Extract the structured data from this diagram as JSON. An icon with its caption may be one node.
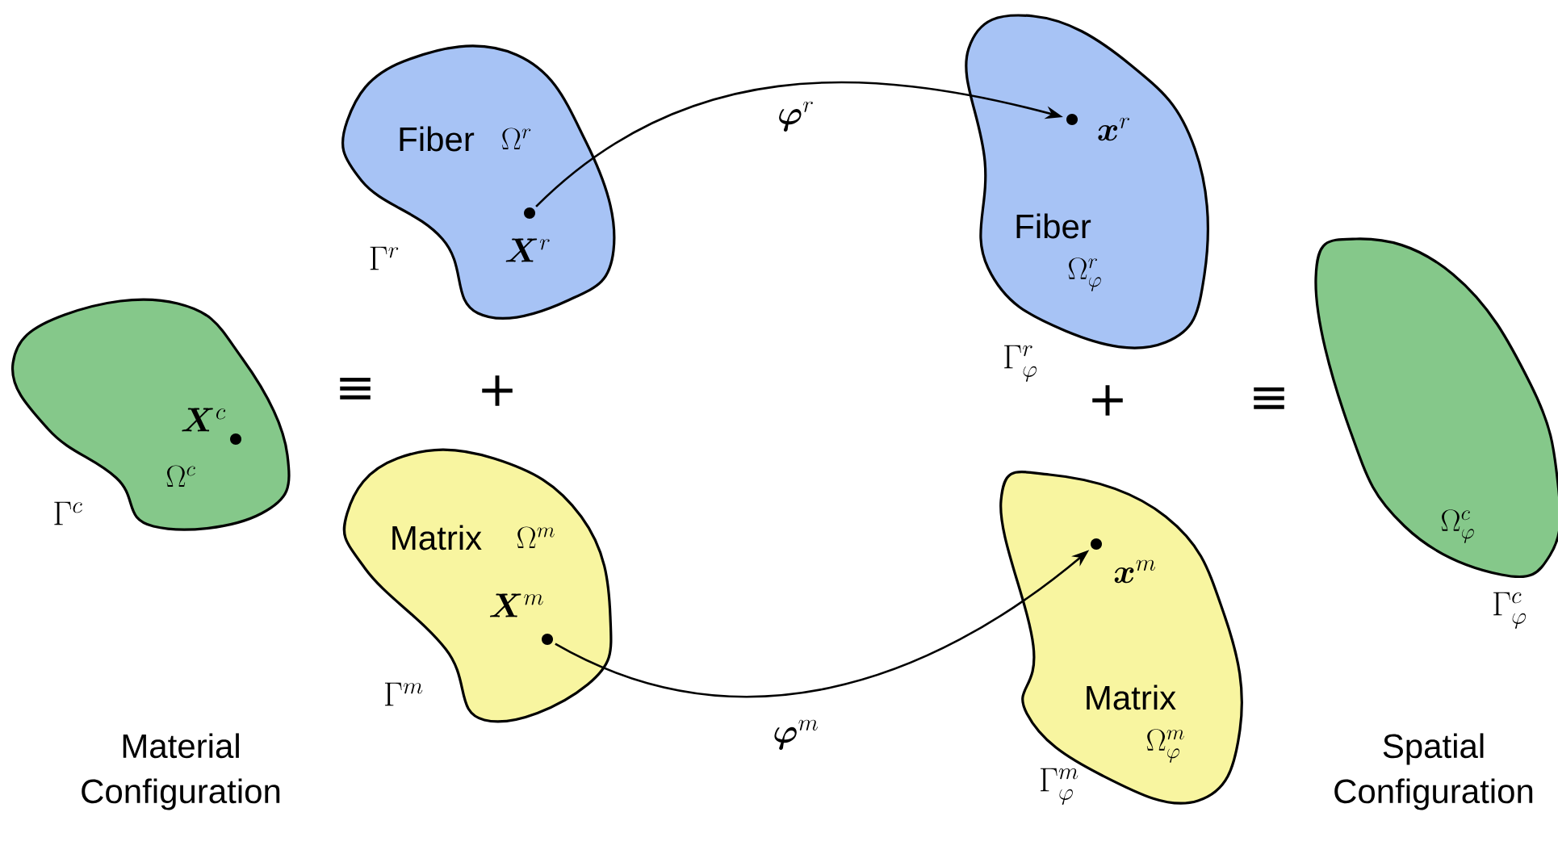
{
  "diagram": {
    "nodes": [
      {
        "text": [
          "\\Omega^{c}"
        ],
        "beside": [
          "\\Gamma^{c}"
        ]
      },
      {
        "text": [],
        "shape": "circle",
        "in": 0,
        "beside": [
          "\\boldsymbol{X}^{c}"
        ]
      },
      {
        "text": [
          "Fiber",
          "\\Omega^{r}"
        ],
        "beside": [
          "\\Gamma^{r}"
        ]
      },
      {
        "text": [],
        "shape": "circle",
        "in": 2,
        "beside": [
          "\\boldsymbol{X}^{r}"
        ]
      },
      {
        "text": [
          "Matrix",
          "\\Omega^{m}"
        ],
        "beside": [
          "\\Gamma^{m}"
        ]
      },
      {
        "text": [],
        "shape": "circle",
        "in": 4,
        "beside": [
          "\\boldsymbol{X}^{m}"
        ]
      },
      {
        "text": [
          "Fiber",
          "\\Omega^{r}_{\\varphi}"
        ],
        "beside": [
          "\\Gamma^{r}_{\\varphi}"
        ]
      },
      {
        "text": [],
        "shape": "circle",
        "in": 6,
        "beside": [
          "\\boldsymbol{x}^{r}"
        ]
      },
      {
        "text": [
          "Matrix",
          "\\Omega^{m}_{\\varphi}"
        ],
        "beside": [
          "\\Gamma^{m}_{\\varphi}"
        ]
      },
      {
        "text": [],
        "shape": "circle",
        "in": 8,
        "beside": [
          "\\boldsymbol{x}^{m}"
        ]
      },
      {
        "text": [
          "\\Omega^{c}_{\\varphi}"
        ],
        "beside": [
          "\\Gamma^{c}_{\\varphi}"
        ]
      }
    ],
    "edges": [
      {
        "from": 3,
        "to": 7,
        "arrow": "to",
        "label": "\\boldsymbol{\\varphi}^{r}"
      },
      {
        "from": 5,
        "to": 9,
        "arrow": "to",
        "label": "\\boldsymbol{\\varphi}^{m}"
      }
    ],
    "labels": [
      "≡",
      "+",
      "+",
      "≡",
      "Material Configuration",
      "Spatial Configuration"
    ]
  }
}
